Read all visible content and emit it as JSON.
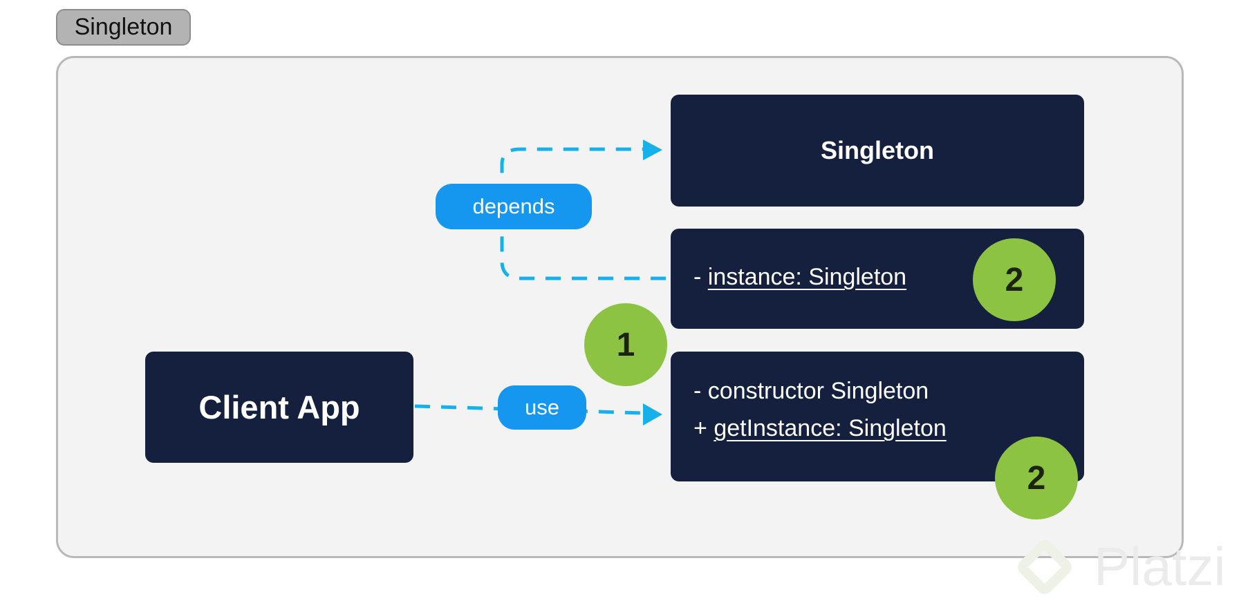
{
  "frame": {
    "title": "Singleton"
  },
  "nodes": {
    "client_app": {
      "label": "Client App"
    },
    "singleton_class": {
      "name": "Singleton",
      "attribute": {
        "prefix": "- ",
        "text": "instance: Singleton"
      },
      "methods": [
        {
          "prefix": "- ",
          "text": "constructor Singleton"
        },
        {
          "prefix": "+ ",
          "text": "getInstance: Singleton"
        }
      ]
    }
  },
  "edges": {
    "use": {
      "label": "use"
    },
    "depends": {
      "label": "depends"
    }
  },
  "badges": {
    "step1": "1",
    "step2_attribute": "2",
    "step2_method": "2"
  },
  "watermark": {
    "text": "Platzi"
  },
  "colors": {
    "node_fill": "#14203e",
    "connector": "#16b1ea",
    "pill": "#1597f0",
    "badge": "#8cc342",
    "frame_fill": "#f3f3f3"
  }
}
